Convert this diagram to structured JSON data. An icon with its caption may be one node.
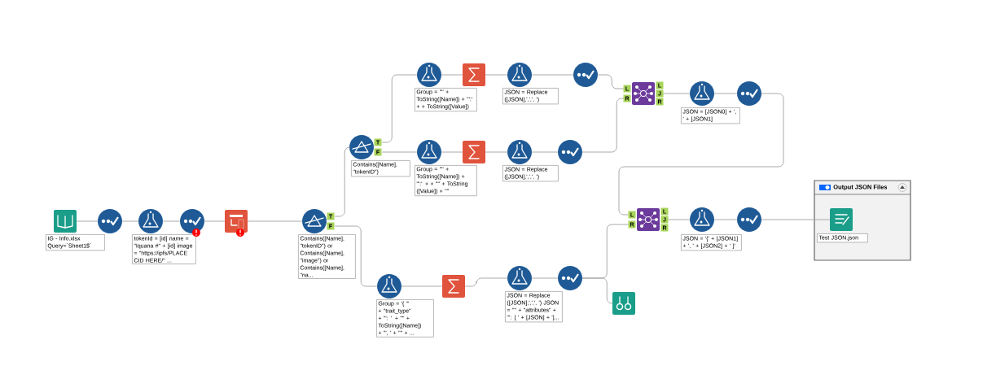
{
  "diagram": {
    "nodes": [
      {
        "text": [],
        "shape": "box",
        "beside": [
          "IG - Info.xlsx Query=`Sheet1$`"
        ]
      },
      {
        "text": [],
        "shape": "circle"
      },
      {
        "text": [],
        "shape": "circle",
        "beside": [
          "tokenId = [id] name = \"Iquana #\" + [id] image = \"https://ipfs/PLACE CID HERE/\" ..."
        ]
      },
      {
        "text": [],
        "shape": "circle"
      },
      {
        "text": [],
        "shape": "box"
      },
      {
        "text": [],
        "shape": "circle",
        "beside": [
          "Contains([Name], \"tokenID\") or Contains([Name], \"image\") or Contains([Name], \"na..."
        ]
      },
      {
        "text": [],
        "shape": "circle",
        "beside": [
          "Contains([Name], \"tokenID\")"
        ]
      },
      {
        "text": [],
        "shape": "circle",
        "beside": [
          "Group = '\"' + ToString([Name]) + '\":' + + ToString([Value])"
        ]
      },
      {
        "text": [],
        "shape": "box"
      },
      {
        "text": [],
        "shape": "circle",
        "beside": [
          "JSON = Replace ([JSON],',',', ')"
        ]
      },
      {
        "text": [],
        "shape": "circle"
      },
      {
        "text": [],
        "shape": "circle",
        "beside": [
          "Group = '\"' + ToString([Name]) + '\":' + + '\"' + ToString ([Value]) + '\"'"
        ]
      },
      {
        "text": [],
        "shape": "box"
      },
      {
        "text": [],
        "shape": "circle",
        "beside": [
          "JSON = Replace ([JSON],',',', ')"
        ]
      },
      {
        "text": [],
        "shape": "circle"
      },
      {
        "text": [],
        "shape": "box"
      },
      {
        "text": [],
        "shape": "circle",
        "beside": [
          "JSON = [JSON0] + ', ' + [JSON1]"
        ]
      },
      {
        "text": [],
        "shape": "circle"
      },
      {
        "text": [],
        "shape": "circle",
        "beside": [
          "Group = '{ \"' + \"trait_type\" + '\": ' + '\"' + ToString([Name]) + '\", ' + '\"' + ..."
        ]
      },
      {
        "text": [],
        "shape": "box"
      },
      {
        "text": [],
        "shape": "circle",
        "beside": [
          "JSON = Replace ([JSON],',',', ') JSON = '\"' + \"attributes\" + '\": [ ' + [JSON] + ']..."
        ]
      },
      {
        "text": [],
        "shape": "circle"
      },
      {
        "text": [],
        "shape": "box"
      },
      {
        "text": [],
        "shape": "box"
      },
      {
        "text": [],
        "shape": "circle",
        "beside": [
          "JSON = '{' + [JSON1] + ', ' + [JSON2] + ' }'"
        ]
      },
      {
        "text": [],
        "shape": "circle"
      },
      {
        "text": [
          "Output JSON Files"
        ]
      },
      {
        "text": [],
        "shape": "box",
        "in": 26,
        "beside": [
          "Test JSON.json"
        ]
      }
    ],
    "edges": [
      {
        "from": 0,
        "to": 1,
        "arrow": "none"
      },
      {
        "from": 1,
        "to": 2,
        "arrow": "none"
      },
      {
        "from": 2,
        "to": 3,
        "arrow": "none"
      },
      {
        "from": 3,
        "to": 4,
        "arrow": "none"
      },
      {
        "from": 4,
        "to": 5,
        "arrow": "none"
      },
      {
        "from": 5,
        "to": 6,
        "arrow": "none"
      },
      {
        "from": 5,
        "to": 18,
        "arrow": "none"
      },
      {
        "from": 6,
        "to": 7,
        "arrow": "none"
      },
      {
        "from": 6,
        "to": 11,
        "arrow": "none"
      },
      {
        "from": 7,
        "to": 8,
        "arrow": "none"
      },
      {
        "from": 8,
        "to": 9,
        "arrow": "none"
      },
      {
        "from": 9,
        "to": 10,
        "arrow": "none"
      },
      {
        "from": 10,
        "to": 15,
        "arrow": "none"
      },
      {
        "from": 11,
        "to": 12,
        "arrow": "none"
      },
      {
        "from": 12,
        "to": 13,
        "arrow": "none"
      },
      {
        "from": 13,
        "to": 14,
        "arrow": "none"
      },
      {
        "from": 14,
        "to": 15,
        "arrow": "none"
      },
      {
        "from": 15,
        "to": 16,
        "arrow": "none"
      },
      {
        "from": 16,
        "to": 17,
        "arrow": "none"
      },
      {
        "from": 17,
        "to": 23,
        "arrow": "none"
      },
      {
        "from": 18,
        "to": 19,
        "arrow": "none"
      },
      {
        "from": 19,
        "to": 20,
        "arrow": "none"
      },
      {
        "from": 20,
        "to": 21,
        "arrow": "none"
      },
      {
        "from": 21,
        "to": 23,
        "arrow": "none"
      },
      {
        "from": 21,
        "to": 22,
        "arrow": "none"
      },
      {
        "from": 23,
        "to": 24,
        "arrow": "none"
      },
      {
        "from": 24,
        "to": 25,
        "arrow": "none"
      },
      {
        "from": 25,
        "to": 27,
        "arrow": "none"
      }
    ],
    "labels": [
      "L",
      "R",
      "L",
      "J",
      "R",
      "T",
      "F",
      "T",
      "F",
      "L",
      "R",
      "L",
      "J",
      "R"
    ]
  }
}
